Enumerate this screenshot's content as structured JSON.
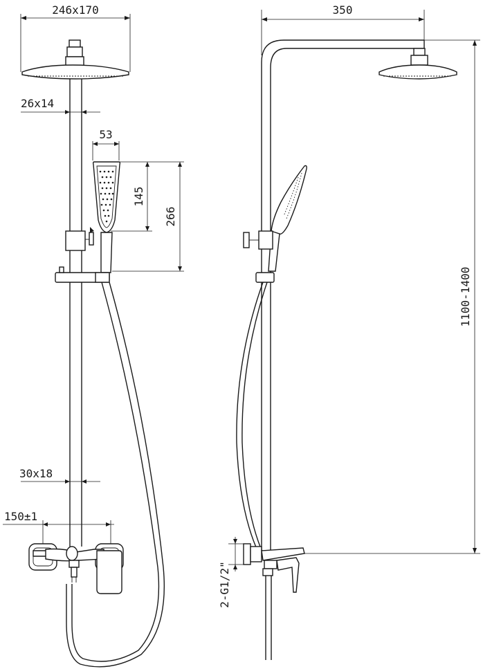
{
  "front_view": {
    "head_size": "246x170",
    "arm_section": "26x14",
    "handshower_width": "53",
    "handshower_face_height": "145",
    "handshower_total_height": "266",
    "pipe_section": "30x18",
    "inlet_spacing": "150±1"
  },
  "side_view": {
    "reach": "350",
    "height_range": "1100-1400",
    "inlet_thread": "2-G1/2\""
  },
  "colors": {
    "ink": "#1a1a1a",
    "paper": "#ffffff"
  }
}
